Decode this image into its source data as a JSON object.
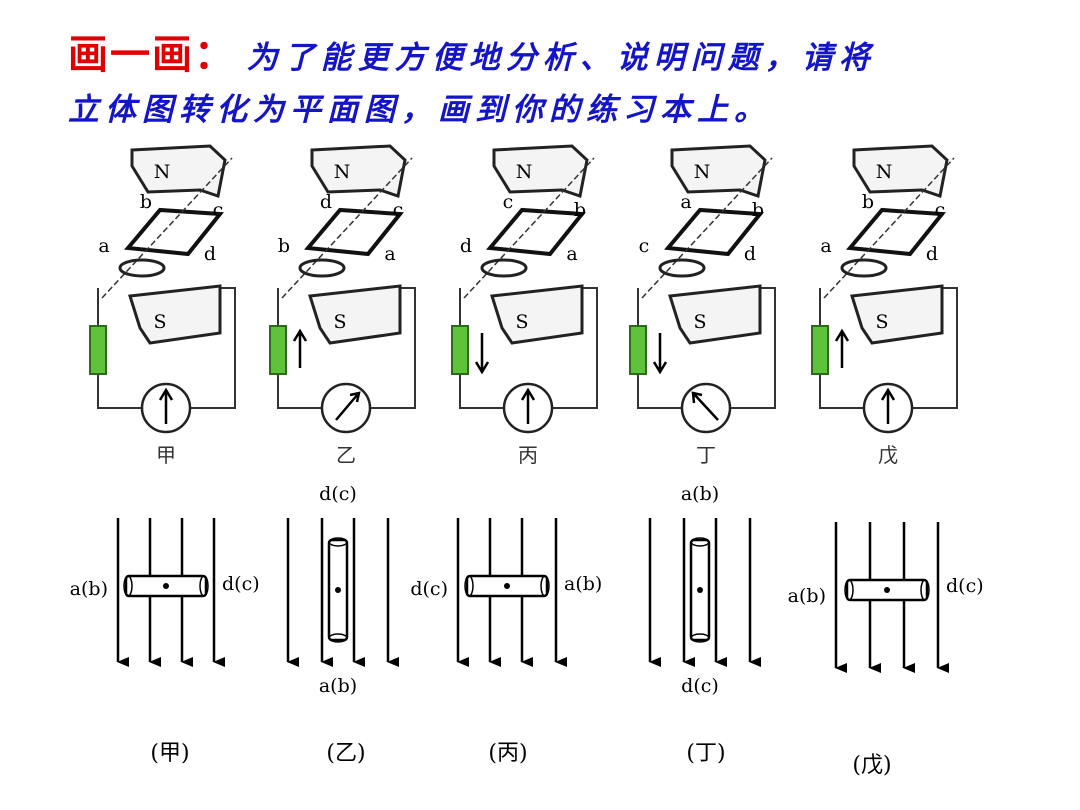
{
  "title": {
    "lead": "画一画",
    "colon": "：",
    "line1_rest": "为了能更方便地分析、说明问题，请将",
    "line2": "立体图转化为平面图，画到你的练习本上。"
  },
  "top_panels": [
    {
      "caption": "甲",
      "magnet_top": "N",
      "magnet_bottom": "S",
      "labels": [
        "b",
        "c",
        "a",
        "d"
      ],
      "current_arrow": "none",
      "needle": "up"
    },
    {
      "caption": "乙",
      "magnet_top": "N",
      "magnet_bottom": "S",
      "labels": [
        "d",
        "c",
        "b",
        "a"
      ],
      "current_arrow": "up",
      "needle": "right"
    },
    {
      "caption": "丙",
      "magnet_top": "N",
      "magnet_bottom": "S",
      "labels": [
        "c",
        "b",
        "d",
        "a"
      ],
      "current_arrow": "down",
      "needle": "up"
    },
    {
      "caption": "丁",
      "magnet_top": "N",
      "magnet_bottom": "S",
      "labels": [
        "a",
        "b",
        "c",
        "d"
      ],
      "current_arrow": "down",
      "needle": "left"
    },
    {
      "caption": "戊",
      "magnet_top": "N",
      "magnet_bottom": "S",
      "labels": [
        "b",
        "c",
        "a",
        "d"
      ],
      "current_arrow": "up",
      "needle": "up"
    }
  ],
  "bottom_panels": [
    {
      "caption": "(甲)",
      "left_label": "a(b)",
      "right_label": "d(c)",
      "top_label": "",
      "bottom_label": "",
      "coil": "horizontal"
    },
    {
      "caption": "(乙)",
      "left_label": "",
      "right_label": "",
      "top_label": "d(c)",
      "bottom_label": "a(b)",
      "coil": "vertical"
    },
    {
      "caption": "(丙)",
      "left_label": "d(c)",
      "right_label": "a(b)",
      "top_label": "",
      "bottom_label": "",
      "coil": "horizontal"
    },
    {
      "caption": "(丁)",
      "left_label": "",
      "right_label": "",
      "top_label": "a(b)",
      "bottom_label": "d(c)",
      "coil": "vertical"
    },
    {
      "caption": "(戊)",
      "left_label": "a(b)",
      "right_label": "d(c)",
      "top_label": "",
      "bottom_label": "",
      "coil": "horizontal"
    }
  ],
  "colors": {
    "red": "#e00000",
    "blue": "#1414c8",
    "resistor_green": "#5ec23a",
    "magnet_outline": "#222222"
  }
}
